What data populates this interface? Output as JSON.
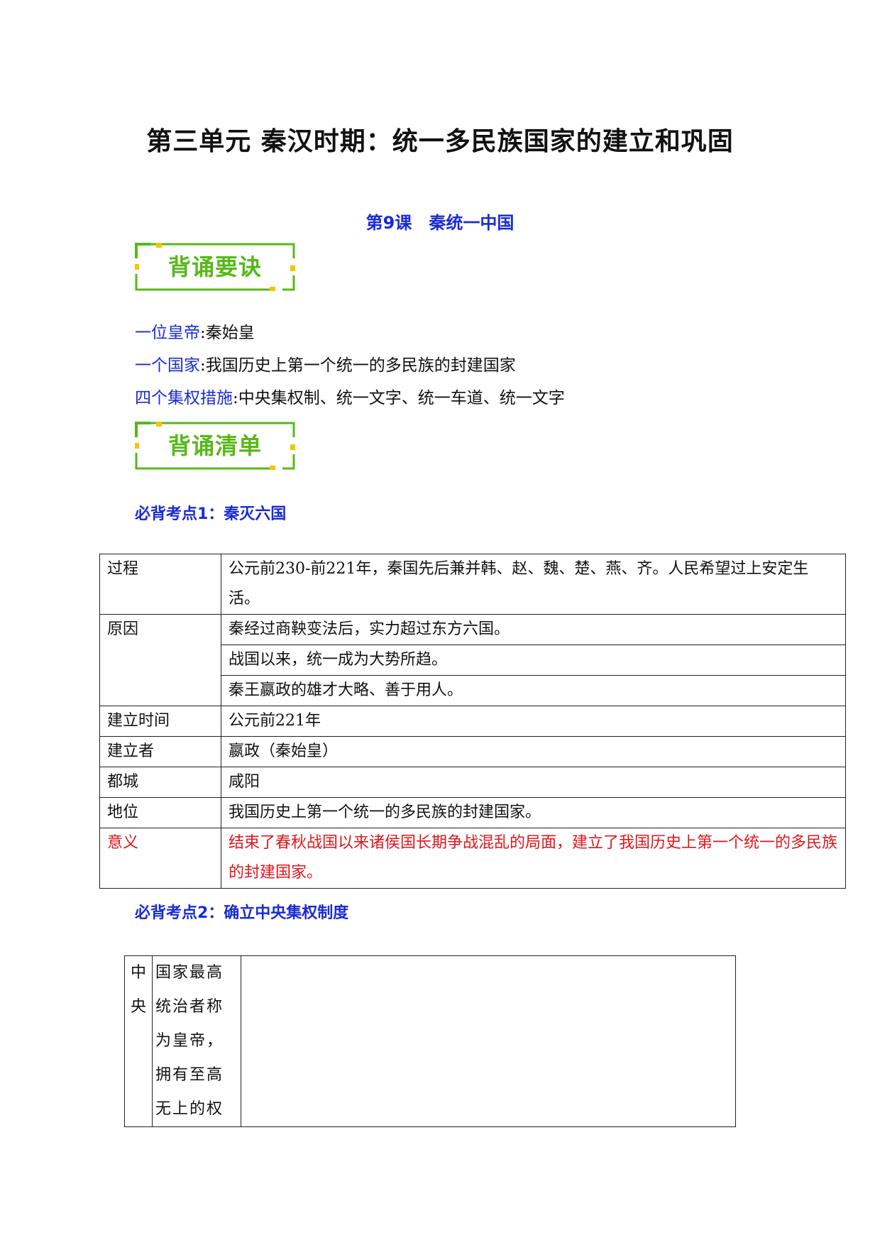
{
  "unit_title": "第三单元 秦汉时期：统一多民族国家的建立和巩固",
  "lesson_title": "第9课　秦统一中国",
  "banners": {
    "first": "背诵要诀",
    "second": "背诵清单"
  },
  "summary": [
    {
      "key": "一位皇帝",
      "value": ":秦始皇"
    },
    {
      "key": "一个国家",
      "value": ":我国历史上第一个统一的多民族的封建国家"
    },
    {
      "key": "四个集权措施",
      "value": ":中央集权制、统一文字、统一车道、统一文字"
    }
  ],
  "point1": {
    "title": "必背考点1：秦灭六国",
    "rows": [
      {
        "label": "过程",
        "values": [
          "公元前230-前221年，秦国先后兼并韩、赵、魏、楚、燕、齐。人民希望过上安定生活。"
        ]
      },
      {
        "label": "原因",
        "values": [
          "秦经过商鞅变法后，实力超过东方六国。",
          "战国以来，统一成为大势所趋。",
          "秦王嬴政的雄才大略、善于用人。"
        ]
      },
      {
        "label": "建立时间",
        "values": [
          "公元前221年"
        ]
      },
      {
        "label": "建立者",
        "values": [
          "嬴政（秦始皇）"
        ]
      },
      {
        "label": "都城",
        "values": [
          "咸阳"
        ]
      },
      {
        "label": "地位",
        "values": [
          "我国历史上第一个统一的多民族的封建国家。"
        ]
      },
      {
        "label": "意义",
        "values": [
          "结束了春秋战国以来诸侯国长期争战混乱的局面，建立了我国历史上第一个统一的多民族的封建国家。"
        ]
      }
    ]
  },
  "point2": {
    "title": "必背考点2：确立中央集权制度",
    "row": {
      "label": "中央",
      "text": "国家最高统治者称为皇帝，拥有至高无上的权",
      "detail": ""
    }
  },
  "colors": {
    "blue": "#1a2bd6",
    "red": "#e0151b",
    "green": "#58b81a",
    "yellow": "#f6c400"
  }
}
